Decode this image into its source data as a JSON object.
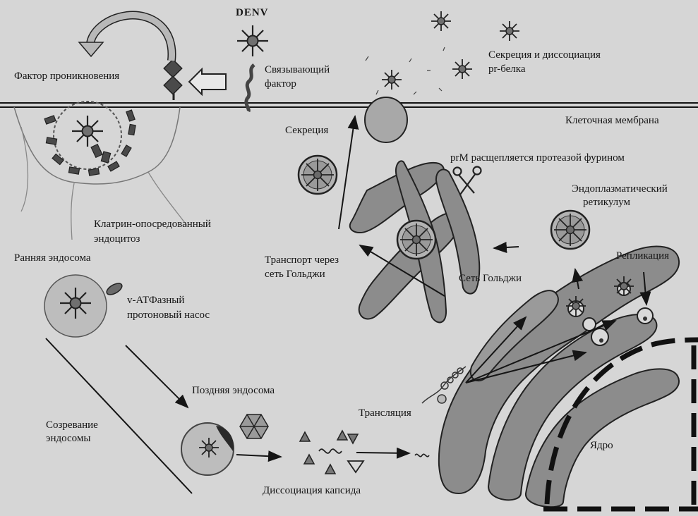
{
  "labels": {
    "denv": "DENV",
    "entry_factor": "Фактор проникновения",
    "binding_factor_1": "Связывающий",
    "binding_factor_2": "фактор",
    "secretion_dissociation_1": "Секреция и диссоциация",
    "secretion_dissociation_2": "pr-белка",
    "cell_membrane": "Клеточная мембрана",
    "secretion": "Секреция",
    "prm_cleavage": "prM расщепляется протеазой фурином",
    "er_1": "Эндоплазматический",
    "er_2": "ретикулум",
    "clathrin_1": "Клатрин-опосредованный",
    "clathrin_2": "эндоцитоз",
    "early_endosome": "Ранняя эндосома",
    "golgi_transport_1": "Транспорт через",
    "golgi_transport_2": "сеть Гольджи",
    "golgi": "Сеть Гольджи",
    "replication": "Репликация",
    "v_atpase_1": "v-АТФазный",
    "v_atpase_2": "протоновый насос",
    "late_endosome": "Поздняя эндосома",
    "translation": "Трансляция",
    "maturation_1": "Созревание",
    "maturation_2": "эндосомы",
    "capsid_dissociation": "Диссоциация капсида",
    "nucleus": "Ядро"
  },
  "colors": {
    "background": "#d6d6d6",
    "ink": "#151515",
    "organelle_fill": "#8a8a8a",
    "vesicle_fill": "#bdbdbd",
    "virion_core": "#6f6f6f"
  }
}
